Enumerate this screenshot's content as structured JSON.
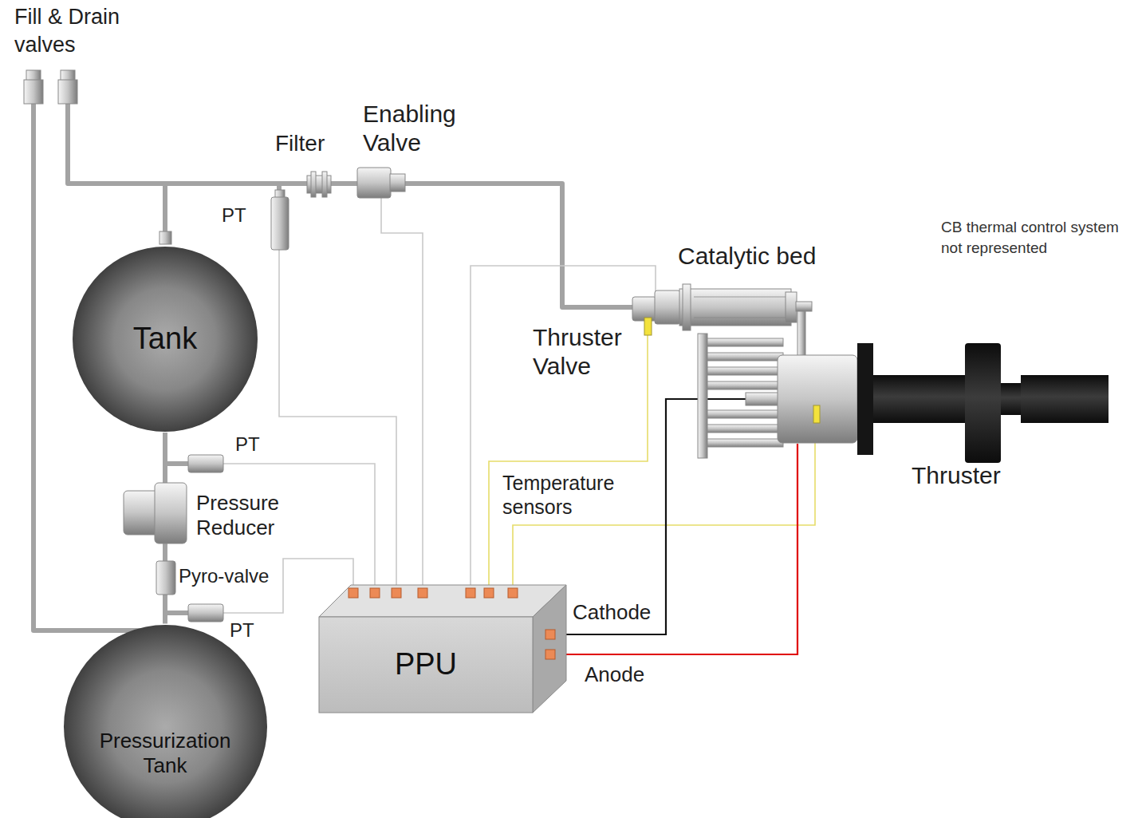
{
  "diagram": {
    "nodes": [
      {
        "text": [
          "Tank"
        ]
      },
      {
        "text": [
          "PPU"
        ]
      },
      {
        "text": [
          "Pressurization Tank"
        ]
      }
    ],
    "edges": [
      {
        "from": 2,
        "to": 0,
        "arrow": "none"
      }
    ],
    "labels": [
      "Fill & Drain valves",
      "Filter",
      "Enabling Valve",
      "PT",
      "Catalytic bed",
      "CB thermal control system not represented",
      "Thruster Valve",
      "Thruster",
      "PT",
      "Pressure Reducer",
      "Pyro-valve",
      "PT",
      "Temperature sensors",
      "Cathode",
      "Anode"
    ]
  }
}
